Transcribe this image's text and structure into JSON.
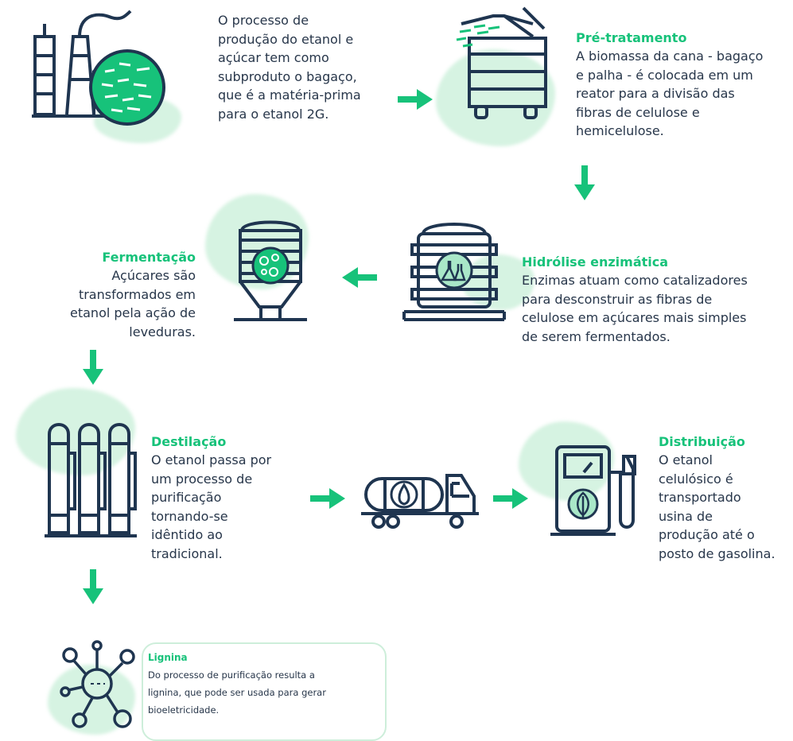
{
  "colors": {
    "accent": "#17c27a",
    "ink": "#1f3550",
    "blob": "#d6f3e2"
  },
  "intro": {
    "lines": [
      "O processo de",
      "produção do etanol e",
      "açúcar tem como",
      "subproduto o bagaço,",
      "que é a matéria-prima",
      "para o etanol 2G."
    ]
  },
  "pre_tratamento": {
    "title": "Pré-tratamento",
    "lines": [
      "A biomassa da cana - bagaço",
      "e palha - é colocada em um",
      "reator para a divisão das",
      "fibras de celulose e",
      "hemicelulose."
    ]
  },
  "hidrolise": {
    "title": "Hidrólise enzimática",
    "lines": [
      "Enzimas atuam como catalizadores",
      "para desconstruir as fibras de",
      "celulose em açúcares mais simples",
      "de serem fermentados."
    ]
  },
  "fermentacao": {
    "title": "Fermentação",
    "lines": [
      "Açúcares são",
      "transformados em",
      "etanol pela ação de",
      "leveduras."
    ]
  },
  "destilacao": {
    "title": "Destilação",
    "lines": [
      "O etanol passa por",
      "um processo de",
      "purificação",
      "tornando-se",
      "idêntido ao",
      "tradicional."
    ]
  },
  "distribuicao": {
    "title": "Distribuição",
    "lines": [
      "O etanol",
      "celulósico é",
      "transportado",
      "usina de",
      "produção até o",
      "posto de gasolina."
    ]
  },
  "lignina": {
    "title": "Lignina",
    "lines": [
      "Do processo de purificação resulta a",
      "lignina, que pode ser usada para gerar",
      "bioeletricidade."
    ]
  },
  "icons": [
    "factory-icon",
    "reactor-icon",
    "hydrolysis-tank-icon",
    "fermentation-silo-icon",
    "distillation-columns-icon",
    "tanker-truck-icon",
    "fuel-pump-icon",
    "molecule-icon"
  ]
}
